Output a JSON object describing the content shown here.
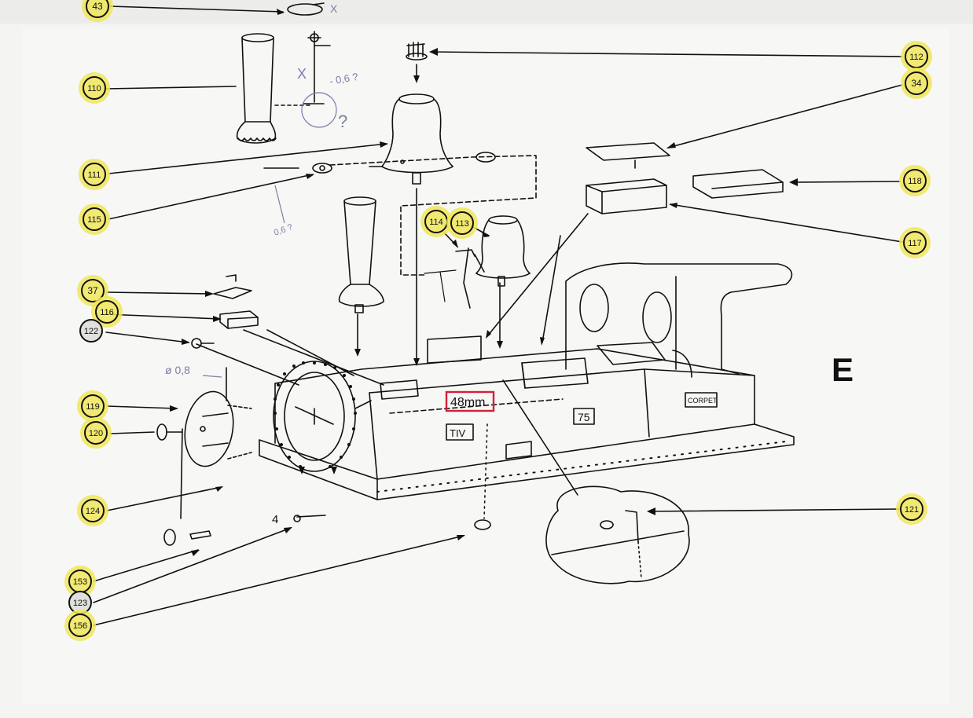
{
  "sheet": {
    "letter": "E",
    "dimension_label": "48mm"
  },
  "callouts": [
    {
      "id": "c43",
      "label": "43",
      "highlight": true
    },
    {
      "id": "c110",
      "label": "110",
      "highlight": true
    },
    {
      "id": "c111",
      "label": "111",
      "highlight": true
    },
    {
      "id": "c115",
      "label": "115",
      "highlight": true
    },
    {
      "id": "c112",
      "label": "112",
      "highlight": true
    },
    {
      "id": "c34",
      "label": "34",
      "highlight": true
    },
    {
      "id": "c118",
      "label": "118",
      "highlight": true
    },
    {
      "id": "c117",
      "label": "117",
      "highlight": true
    },
    {
      "id": "c114",
      "label": "114",
      "highlight": true
    },
    {
      "id": "c113",
      "label": "113",
      "highlight": true
    },
    {
      "id": "c37",
      "label": "37",
      "highlight": true
    },
    {
      "id": "c116",
      "label": "116",
      "highlight": true
    },
    {
      "id": "c122",
      "label": "122",
      "highlight": false
    },
    {
      "id": "c119",
      "label": "119",
      "highlight": true
    },
    {
      "id": "c120",
      "label": "120",
      "highlight": true
    },
    {
      "id": "c124",
      "label": "124",
      "highlight": true
    },
    {
      "id": "c153",
      "label": "153",
      "highlight": true
    },
    {
      "id": "c123",
      "label": "123",
      "highlight": false
    },
    {
      "id": "c156",
      "label": "156",
      "highlight": true
    },
    {
      "id": "c121",
      "label": "121",
      "highlight": true
    }
  ],
  "part_marks": {
    "side_plate": "TIV",
    "number_plate": "75",
    "cab_plate": "CORPET",
    "quantity": "4",
    "diameter_note": "ø 0,8"
  },
  "handwritten_notes": [
    "X",
    "- 0,6 ?",
    "?",
    "ø 0,8",
    "0,6 ?"
  ],
  "colors": {
    "highlight": "#f0e65a",
    "ink": "#111111",
    "pencil": "#7a7fa8",
    "red_box": "#d0203a"
  }
}
